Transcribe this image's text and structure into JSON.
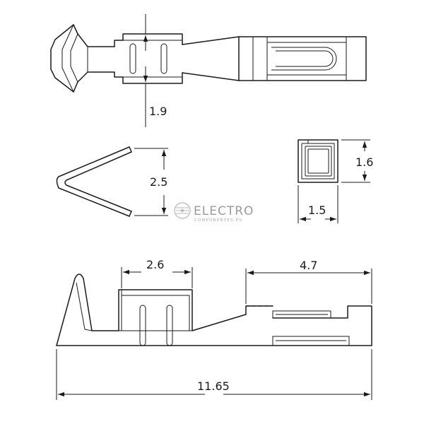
{
  "dimensions": {
    "top_view_height": "1.9",
    "spring_clip_height": "2.5",
    "cross_section_height": "1.6",
    "cross_section_width": "1.5",
    "crimp_section_length": "2.6",
    "contact_section_length": "4.7",
    "overall_length": "11.65"
  },
  "watermark": {
    "title": "ELECTRO",
    "subtitle": "COMPONENTES.ES"
  },
  "colors": {
    "line": "#1a1a1a",
    "watermark": "#9a9a9a",
    "background": "#ffffff"
  }
}
